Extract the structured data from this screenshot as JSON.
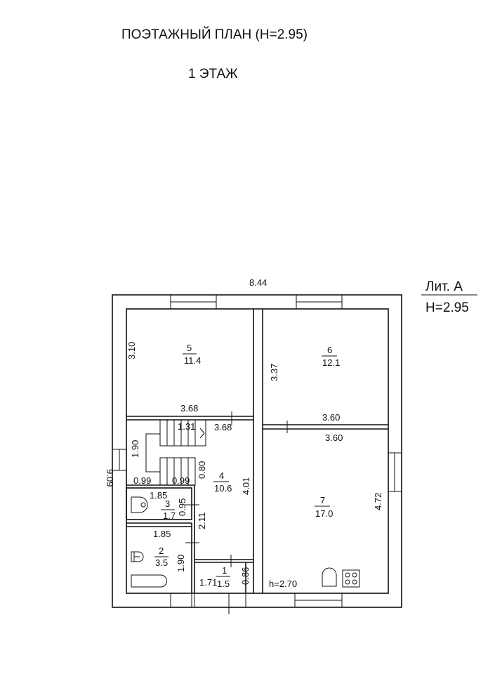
{
  "title": "ПОЭТАЖНЫЙ ПЛАН (Н=2.95)",
  "floor": "1 ЭТАЖ",
  "liter": {
    "name": "Лит. А",
    "height": "Н=2.95"
  },
  "overall": {
    "width": "8.44",
    "depth": "9.09"
  },
  "rooms": [
    {
      "num": "1",
      "area": "1.5"
    },
    {
      "num": "2",
      "area": "3.5"
    },
    {
      "num": "3",
      "area": "1.7"
    },
    {
      "num": "4",
      "area": "10.6"
    },
    {
      "num": "5",
      "area": "11.4"
    },
    {
      "num": "6",
      "area": "12.1"
    },
    {
      "num": "7",
      "area": "17.0"
    }
  ],
  "dims": {
    "r5_h": "3.10",
    "r5_w": "3.68",
    "r6_h": "3.37",
    "r6_w": "3.60",
    "r7_w": "3.60",
    "r7_h": "4.72",
    "r7_ceiling": "h=2.70",
    "r4_w": "3.68",
    "r4_h": "4.01",
    "r4_stair": "1.31",
    "r4_a": "1.90",
    "r4_b": "0.99",
    "r4_c": "0.99",
    "r4_d": "0.80",
    "r3_w": "1.85",
    "r3_h": "0.95",
    "r2_w": "1.85",
    "r2_h": "1.90",
    "corr": "2.11",
    "r1_w": "1.71",
    "r1_h": "0.86"
  }
}
